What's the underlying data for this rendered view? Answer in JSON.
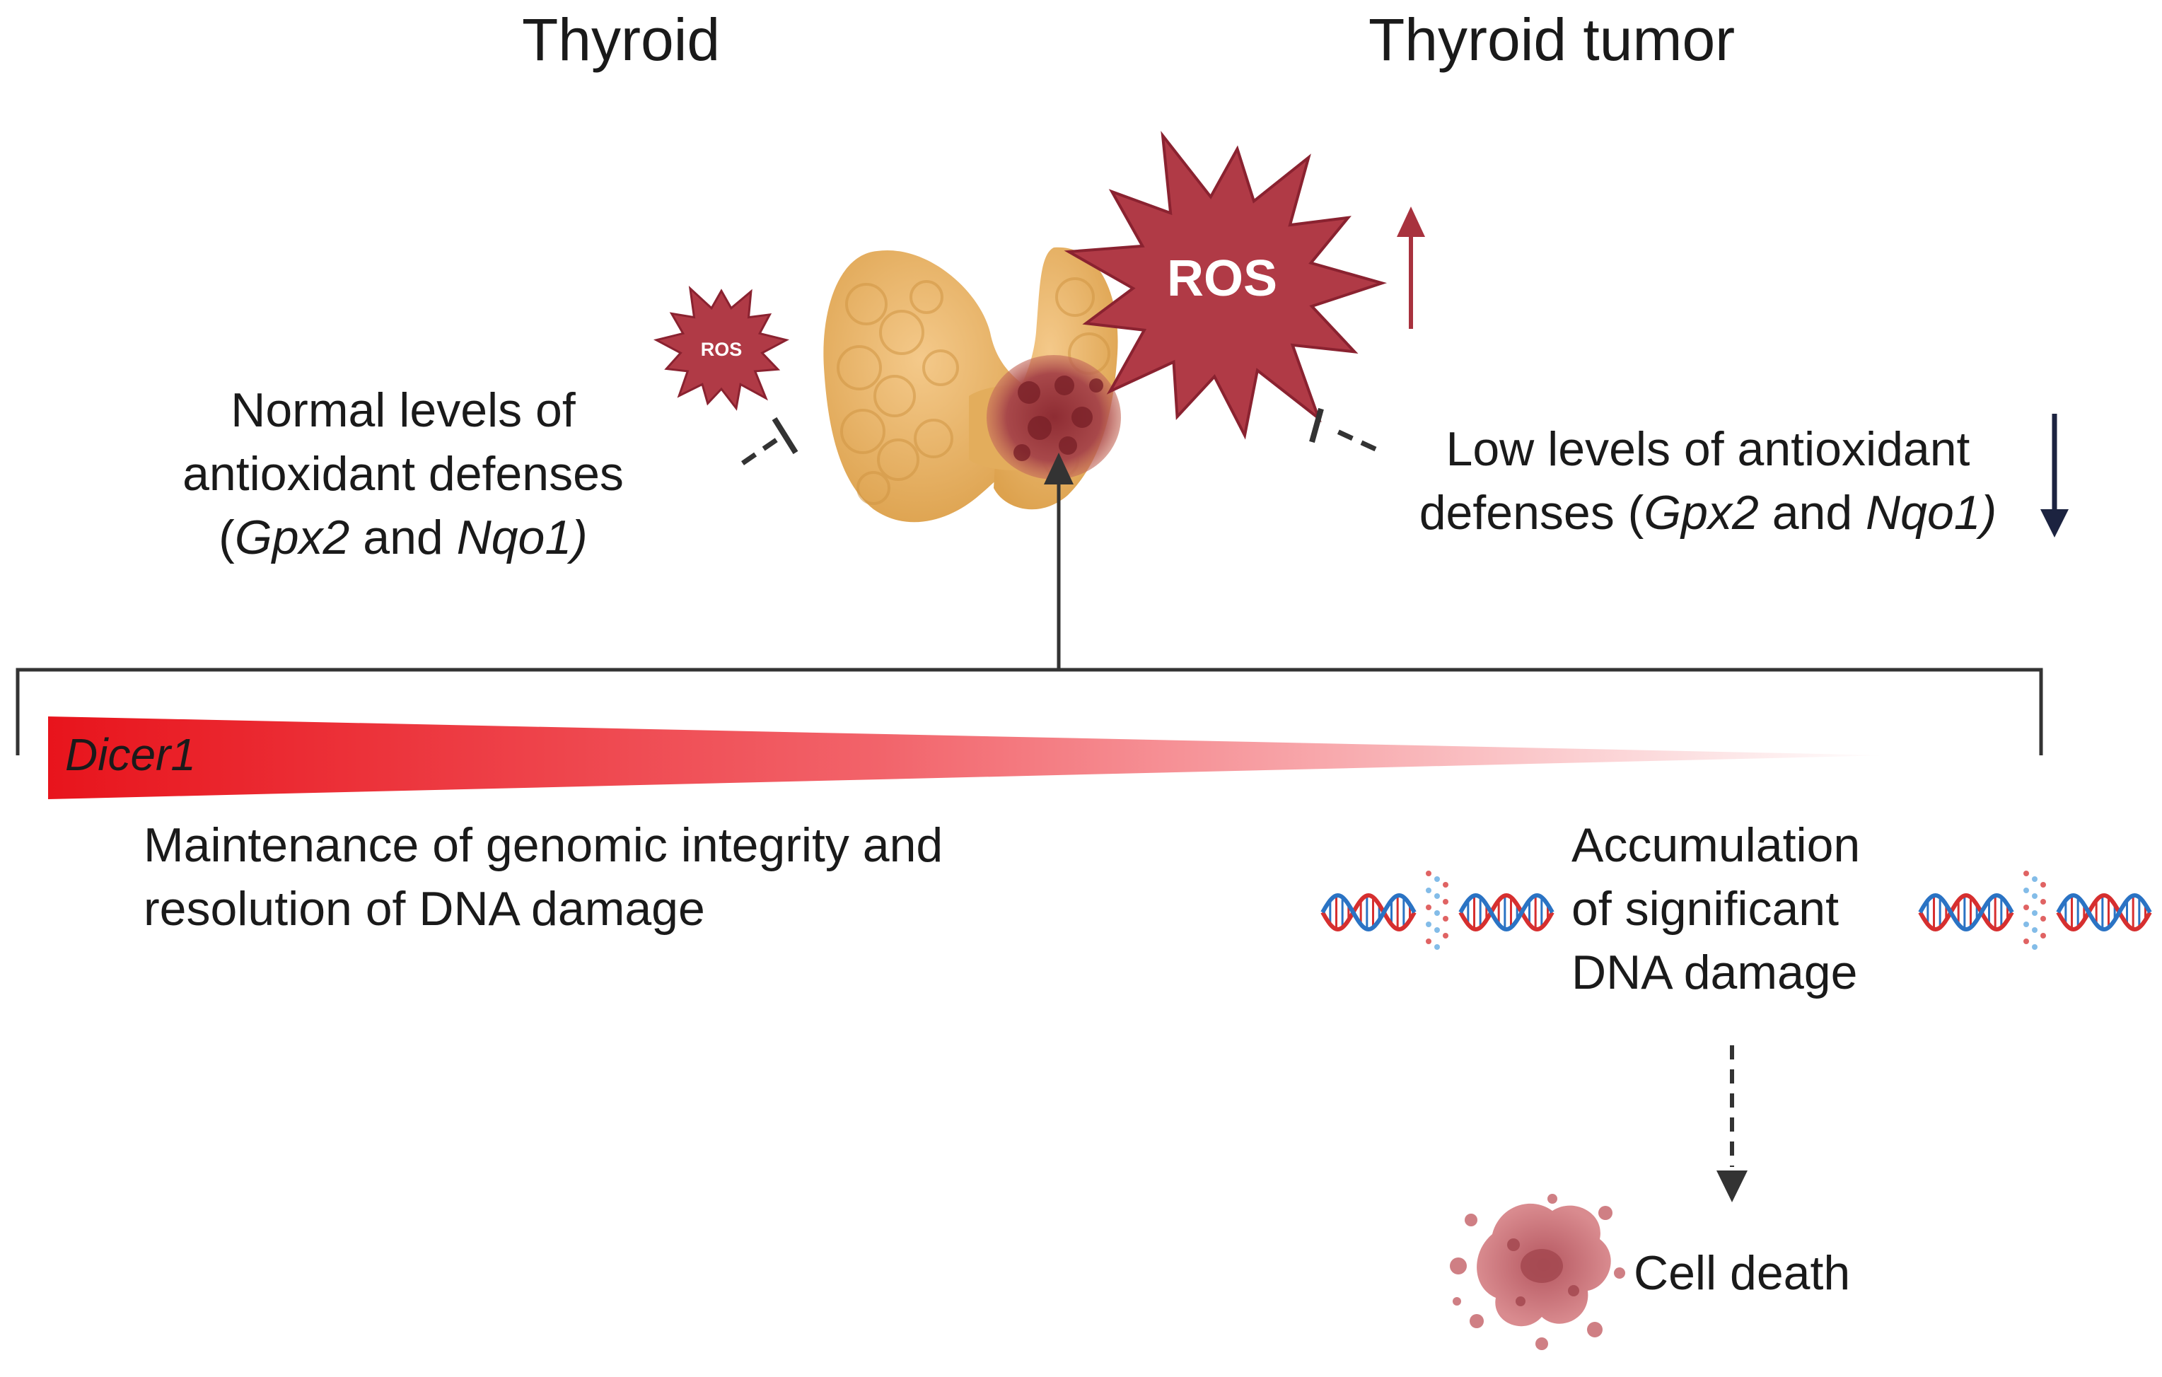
{
  "headings": {
    "thyroid": "Thyroid",
    "thyroid_tumor": "Thyroid tumor"
  },
  "ros": {
    "small_label": "ROS",
    "large_label": "ROS"
  },
  "left_defense": {
    "line1": "Normal levels of",
    "line2": "antioxidant defenses",
    "paren_open": "(",
    "gene1": "Gpx2",
    "and": " and ",
    "gene2": "Nqo1)"
  },
  "right_defense": {
    "line1": "Low levels of antioxidant",
    "line2_prefix": "defenses (",
    "gene1": "Gpx2",
    "and": " and ",
    "gene2": "Nqo1)"
  },
  "gradient": {
    "label": "Dicer1"
  },
  "left_outcome": {
    "line1": "Maintenance of genomic integrity and",
    "line2": "resolution of DNA damage"
  },
  "right_outcome": {
    "line1": "Accumulation",
    "line2": "of significant",
    "line3": "DNA damage"
  },
  "final_outcome": {
    "label": "Cell death"
  },
  "colors": {
    "ros_red": "#b03a46",
    "ros_stroke": "#8a2230",
    "gradient_red": "#e8141c",
    "thyroid_orange": "#e9b45c",
    "tumor_red": "#9c3a3c",
    "increase_arrow": "#a8323e",
    "decrease_arrow": "#1c2340",
    "dna_red": "#d62f2f",
    "dna_blue": "#2a73c4"
  },
  "icons": {
    "thyroid": "thyroid-gland-icon",
    "tumor": "tumor-mass-icon",
    "dna": "dna-helix-broken-icon",
    "dying_cell": "dying-cell-icon"
  }
}
